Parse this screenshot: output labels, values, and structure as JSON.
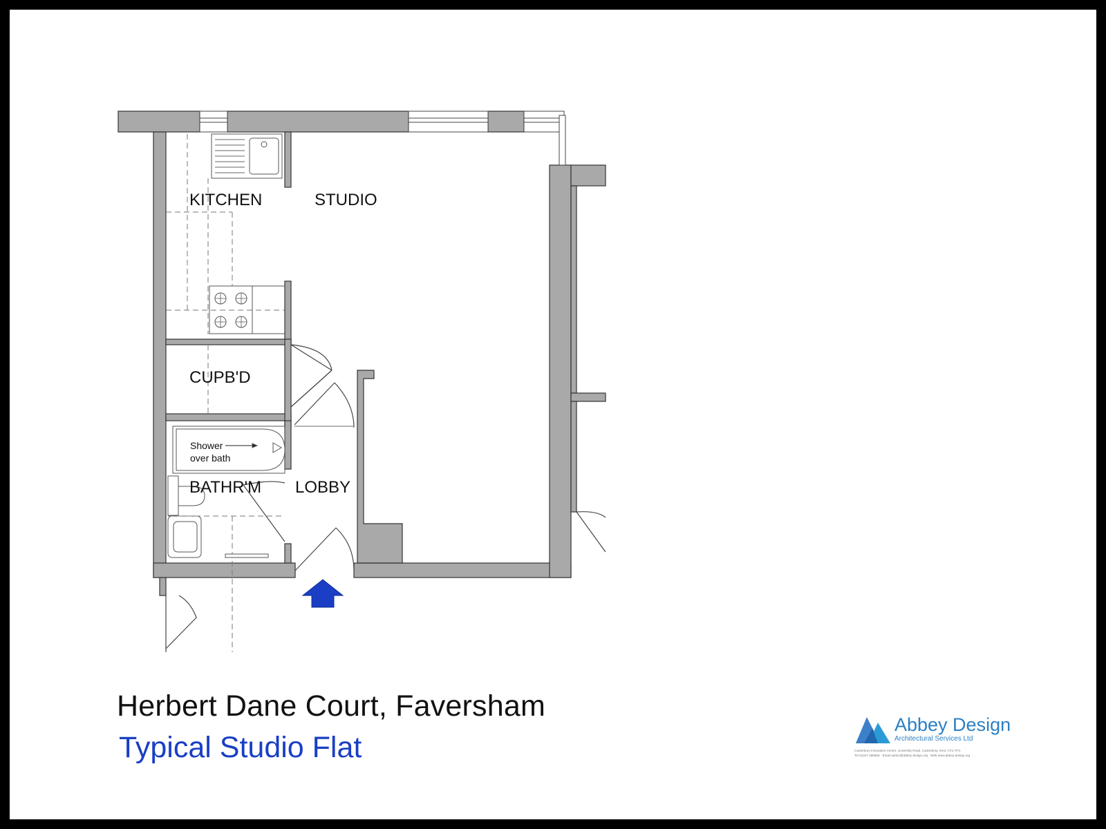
{
  "title": "Herbert Dane Court, Faversham",
  "subtitle": "Typical Studio Flat",
  "rooms": {
    "kitchen": "KITCHEN",
    "studio": "STUDIO",
    "cupboard": "CUPB'D",
    "bathroom": "BATHR'M",
    "lobby": "LOBBY"
  },
  "annotation": {
    "line1": "Shower",
    "line2": "over bath"
  },
  "logo": {
    "name": "Abbey Design",
    "tagline": "Architectural Services Ltd",
    "address": "Canterbury Innovation Centre, University Road, Canterbury, Kent, CT2 7FG",
    "contact": "Tel 01227 298666  ·  Email admin@abbey-design.org  ·  Web www.abbey-design.org"
  },
  "colors": {
    "wall": "#a9a9a9",
    "entrance_arrow": "#1a3fc4",
    "subtitle": "#1a3fc4",
    "logo": "#2a7fc4"
  },
  "icons": {
    "entrance": "up-arrow-icon",
    "logo": "mountain-logo-icon"
  }
}
